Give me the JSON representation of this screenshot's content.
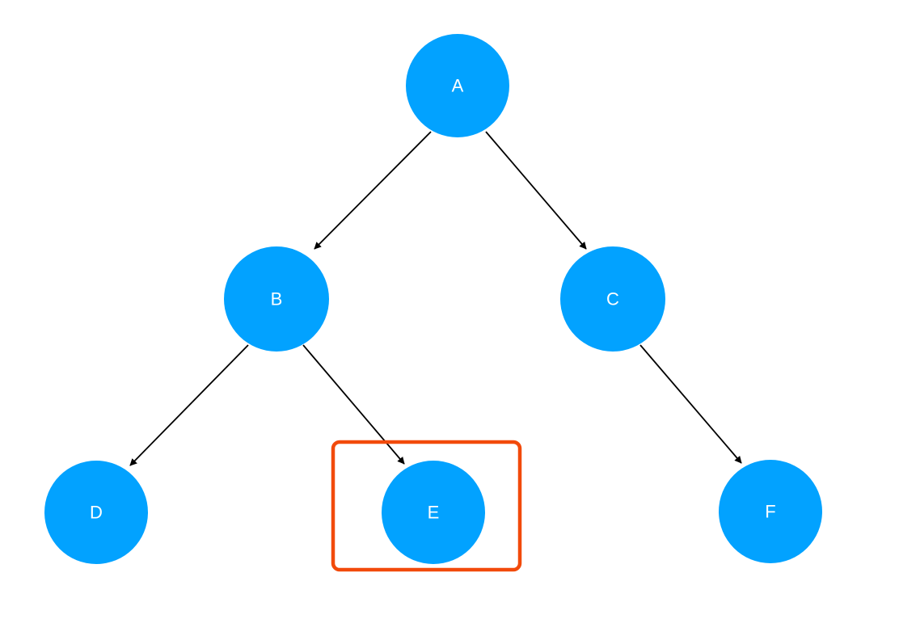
{
  "colors": {
    "node_fill": "#02A2FF",
    "node_text": "#ffffff",
    "edge": "#000000",
    "highlight": "#F24A0B",
    "background": "#ffffff"
  },
  "nodes": {
    "A": {
      "label": "A"
    },
    "B": {
      "label": "B"
    },
    "C": {
      "label": "C"
    },
    "D": {
      "label": "D"
    },
    "E": {
      "label": "E"
    },
    "F": {
      "label": "F"
    }
  },
  "edges": [
    {
      "from": "A",
      "to": "B"
    },
    {
      "from": "A",
      "to": "C"
    },
    {
      "from": "B",
      "to": "D"
    },
    {
      "from": "B",
      "to": "E"
    },
    {
      "from": "C",
      "to": "F"
    }
  ],
  "highlighted_node": "E"
}
